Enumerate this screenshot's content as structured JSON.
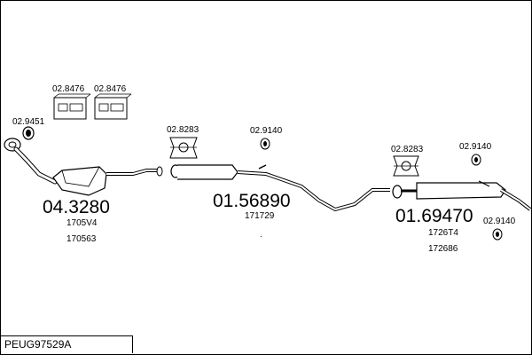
{
  "diagram": {
    "title": "PEUG97529A",
    "parts": [
      {
        "code": "04.3280",
        "subcodes": [
          "1705V4",
          "170563"
        ]
      },
      {
        "code": "01.56890",
        "subcodes": [
          "171729"
        ]
      },
      {
        "code": "01.69470",
        "subcodes": [
          "1726T4",
          "172686"
        ]
      }
    ],
    "accessories": {
      "clamp_left_1": "02.8476",
      "clamp_left_2": "02.8476",
      "gasket_front": "02.9451",
      "mount_mid_1": "02.8283",
      "ring_mid_1": "02.9140",
      "mount_mid_2": "02.8283",
      "ring_mid_2": "02.9140",
      "ring_rear": "02.9140"
    },
    "dot_mark": "."
  }
}
